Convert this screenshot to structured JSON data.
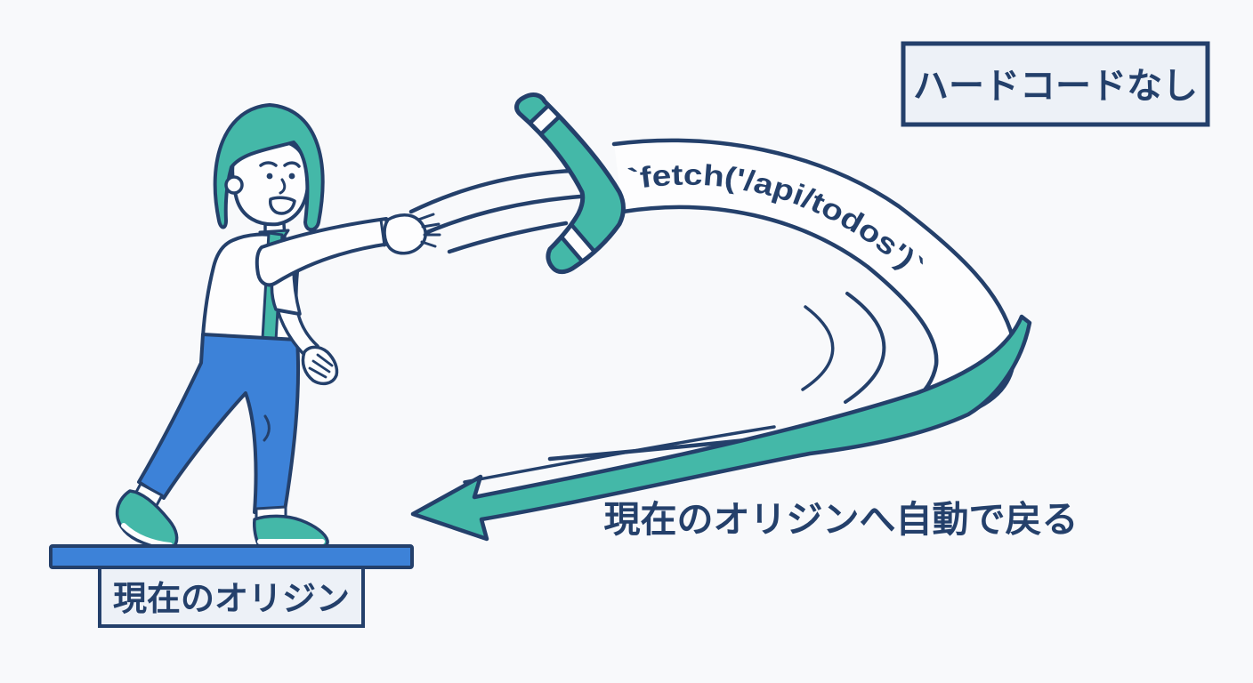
{
  "colors": {
    "navy": "#24406b",
    "teal": "#44b8a8",
    "blue": "#3d82d8",
    "background": "#f8f9fb",
    "panel": "#edf1f7",
    "band_white": "#fdfdfe"
  },
  "badge": {
    "label": "ハードコードなし"
  },
  "ribbon": {
    "code": "`fetch('/api/todos')`"
  },
  "caption": {
    "label": "現在のオリジンへ自動で戻る"
  },
  "platform": {
    "label": "現在のオリジン"
  }
}
